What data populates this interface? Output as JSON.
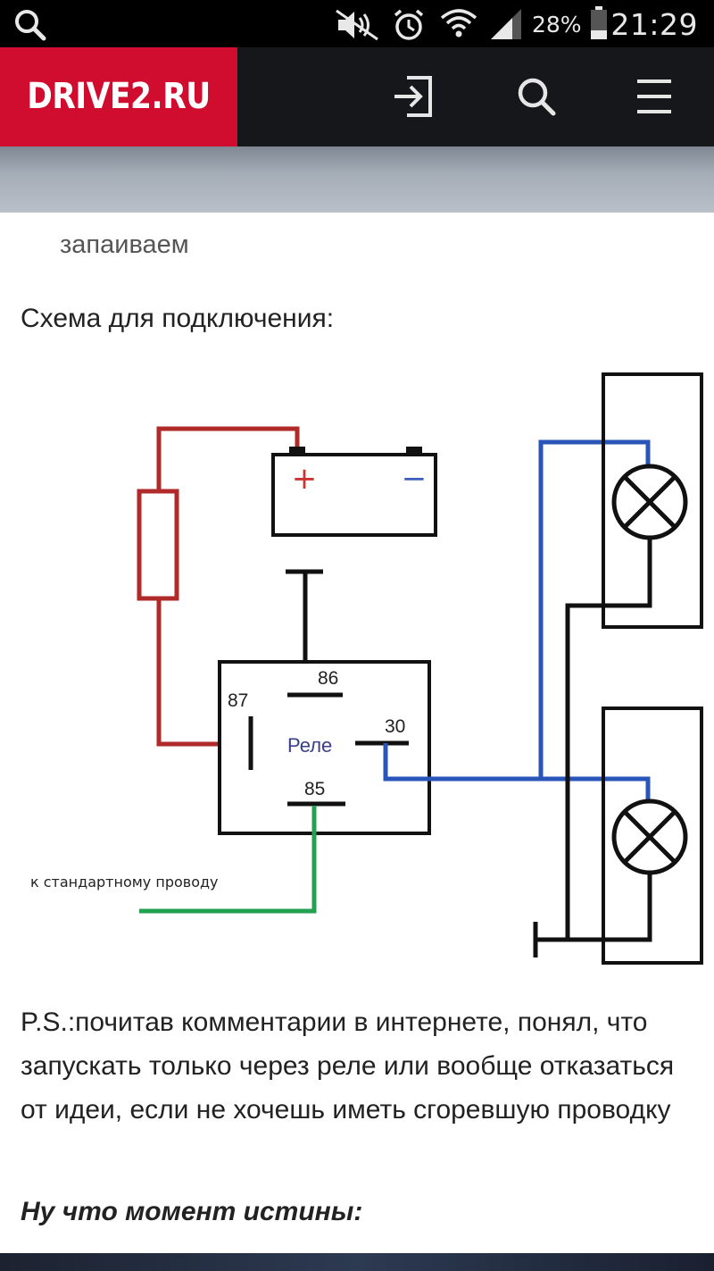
{
  "status_bar": {
    "battery_percent": "28%",
    "time": "21:29"
  },
  "header": {
    "logo": "DRIVE2.RU",
    "icons": [
      "login-icon",
      "search-icon",
      "menu-icon"
    ]
  },
  "content": {
    "caption": "запаиваем",
    "diagram_heading": "Схема для подключения:",
    "diagram": {
      "battery_plus": "+",
      "battery_minus": "−",
      "relay_label": "Реле",
      "pin_86": "86",
      "pin_87": "87",
      "pin_30": "30",
      "pin_85": "85",
      "wire_note": "к стандартному проводу"
    },
    "ps_text": "P.S.:почитав комментарии в интернете, понял, что запускать только через реле или вообще отказаться от идеи, если не хочешь иметь сгоревшую проводку",
    "final_text": "Ну что момент истины:"
  },
  "colors": {
    "brand_red": "#d00c2f",
    "header_bg": "#16171a",
    "wire_red": "#b02a2a",
    "wire_blue": "#2a55b8",
    "wire_green": "#23a050"
  }
}
